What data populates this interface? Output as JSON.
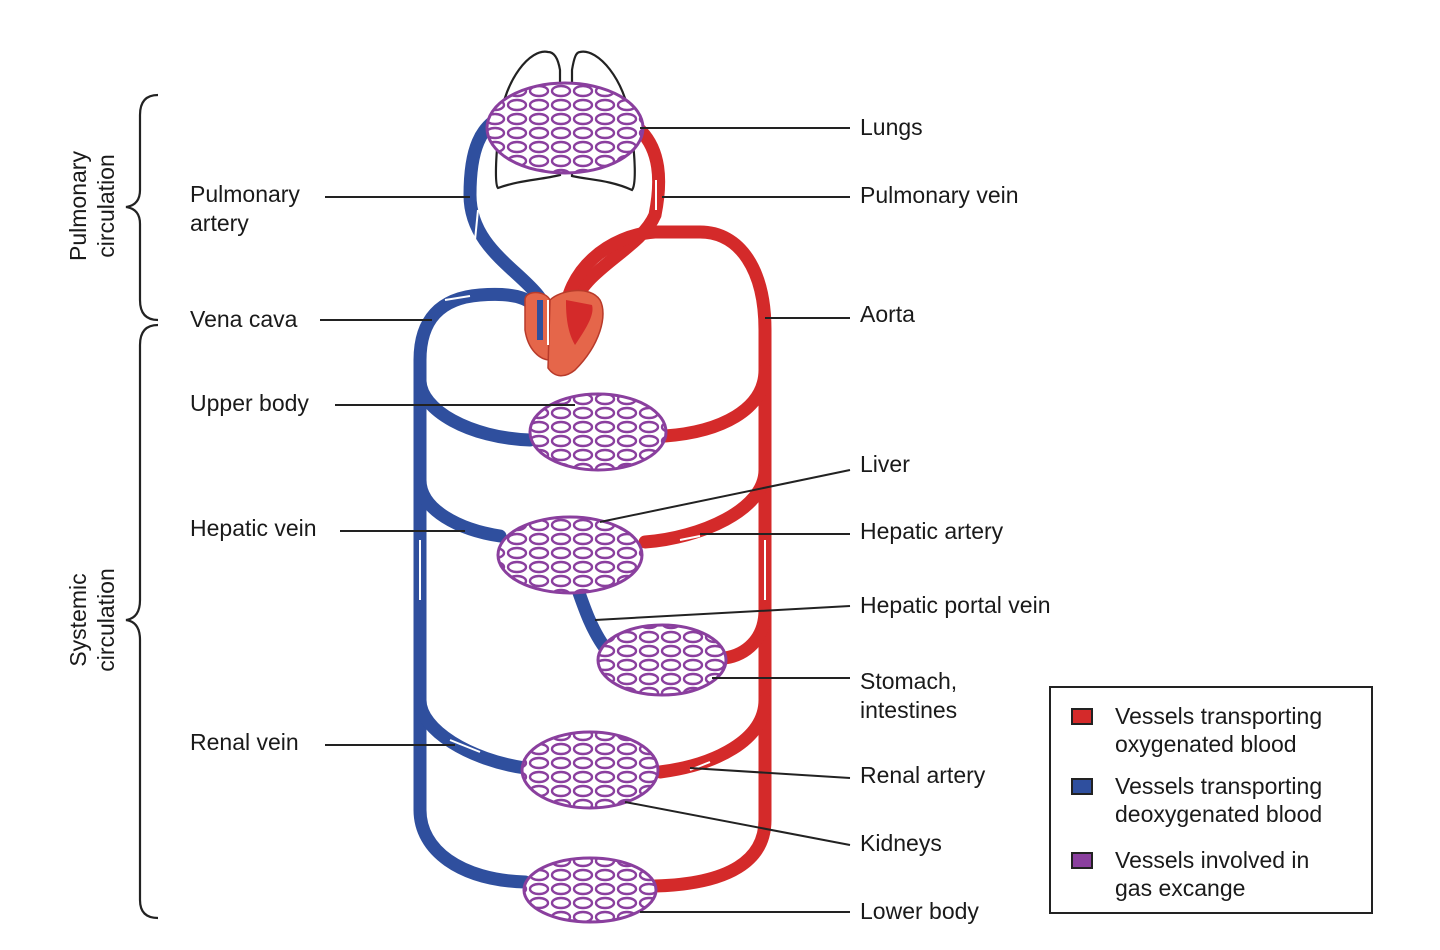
{
  "labels": {
    "lungs": "Lungs",
    "pulmonary_vein": "Pulmonary vein",
    "pulmonary_artery_1": "Pulmonary",
    "pulmonary_artery_2": "artery",
    "aorta": "Aorta",
    "vena_cava": "Vena cava",
    "upper_body": "Upper body",
    "liver": "Liver",
    "hepatic_vein": "Hepatic vein",
    "hepatic_artery": "Hepatic artery",
    "hepatic_portal_vein": "Hepatic portal vein",
    "stomach_1": "Stomach,",
    "stomach_2": "intestines",
    "renal_vein": "Renal vein",
    "renal_artery": "Renal artery",
    "kidneys": "Kidneys",
    "lower_body": "Lower body"
  },
  "sections": {
    "pulmonary_1": "Pulmonary",
    "pulmonary_2": "circulation",
    "systemic_1": "Systemic",
    "systemic_2": "circulation"
  },
  "legend": {
    "items": [
      {
        "line1": "Vessels transporting",
        "line2": "oxygenated blood",
        "color": "#d42a2a"
      },
      {
        "line1": "Vessels transporting",
        "line2": "deoxygenated blood",
        "color": "#2f4f9e"
      },
      {
        "line1": "Vessels involved in",
        "line2": "gas excange",
        "color": "#8a3f9e"
      }
    ]
  },
  "colors": {
    "oxygenated": "#d42a2a",
    "deoxygenated": "#2f4f9e",
    "gas_exchange": "#8a3f9e",
    "heart": "#e5664a"
  }
}
